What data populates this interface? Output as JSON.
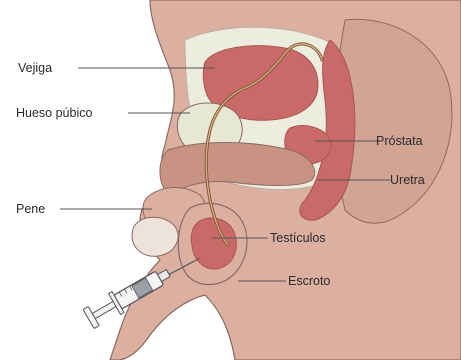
{
  "labels": {
    "vejiga": "Vejiga",
    "hueso_pubico": "Hueso púbico",
    "pene": "Pene",
    "prostata": "Próstata",
    "uretra": "Uretra",
    "testiculos": "Testículos",
    "escroto": "Escroto"
  },
  "colors": {
    "flesh": "#dcb0a1",
    "flesh_dark": "#c99383",
    "organ": "#c96a68",
    "organ_dark": "#a85650",
    "bone": "#e6e8d4",
    "cavity": "#ededdf",
    "outline": "#8a6a60",
    "leader": "#555555",
    "catheter": "#8a5a3a"
  },
  "icons": [
    "syringe-icon"
  ]
}
